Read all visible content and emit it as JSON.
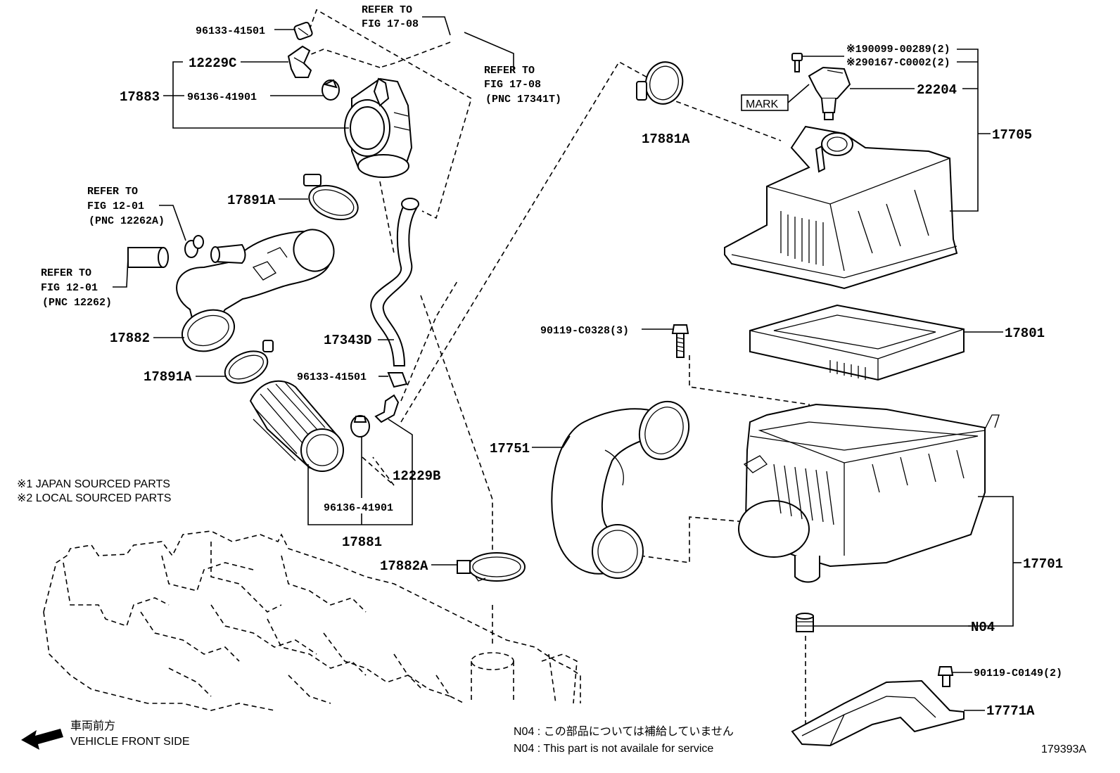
{
  "labels": {
    "p96133_41501_top": "96133-41501",
    "refer_17_08_a_line1": "REFER TO",
    "refer_17_08_a_line2": "FIG 17-08",
    "refer_17_08_b_line1": "REFER TO",
    "refer_17_08_b_line2": "FIG 17-08",
    "refer_17_08_b_line3": "(PNC 17341T)",
    "p12229C": "12229C",
    "p17883": "17883",
    "p96136_41901_top": "96136-41901",
    "p17891A_top": "17891A",
    "refer_12_01_a_line1": "REFER TO",
    "refer_12_01_a_line2": "FIG 12-01",
    "refer_12_01_a_line3": "(PNC 12262A)",
    "refer_12_01_b_line1": "REFER TO",
    "refer_12_01_b_line2": "FIG 12-01",
    "refer_12_01_b_line3": "(PNC 12262)",
    "p17882": "17882",
    "p17891A_bottom": "17891A",
    "p17343D": "17343D",
    "p96133_41501_mid": "96133-41501",
    "p12229B": "12229B",
    "p96136_41901_bottom": "96136-41901",
    "p17881": "17881",
    "p17882A": "17882A",
    "p17881A": "17881A",
    "p190099": "※190099-00289(2)",
    "p290167": "※290167-C0002(2)",
    "mark": "MARK",
    "p22204": "22204",
    "p17705": "17705",
    "p90119_C0328": "90119-C0328(3)",
    "p17801": "17801",
    "p17751": "17751",
    "p17701": "17701",
    "pN04": "N04",
    "p90119_C0149": "90119-C0149(2)",
    "p17771A": "17771A"
  },
  "notes": {
    "japan": "※1 JAPAN SOURCED PARTS",
    "local": "※2 LOCAL SOURCED PARTS",
    "n04_jp": "N04 : この部品については補給していません",
    "n04_en": "N04 :  This part is not availale for service",
    "front_jp": "車両前方",
    "front_en": "VEHICLE FRONT SIDE",
    "figure_id": "179393A"
  }
}
